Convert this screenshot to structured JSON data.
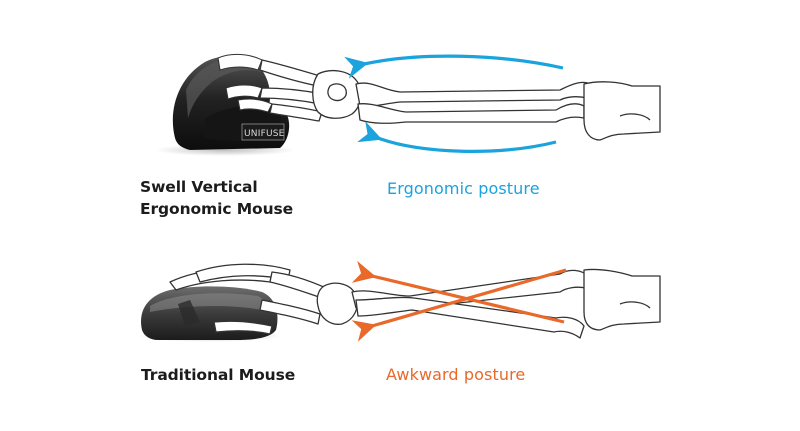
{
  "rows": [
    {
      "name_lines": [
        "Swell Vertical",
        "Ergonomic Mouse"
      ],
      "caption": "Ergonomic posture",
      "caption_color": "#1aa3dc",
      "mouse_brand_mark": "UNIFUSE",
      "mouse_icon": "vertical-mouse-icon"
    },
    {
      "name_lines": [
        "Traditional Mouse"
      ],
      "caption": "Awkward posture",
      "caption_color": "#e8692a",
      "mouse_icon": "traditional-mouse-icon"
    }
  ],
  "colors": {
    "bone_outline": "#333333",
    "mouse_body": "#2b2b2b",
    "text": "#1c1c1c"
  }
}
